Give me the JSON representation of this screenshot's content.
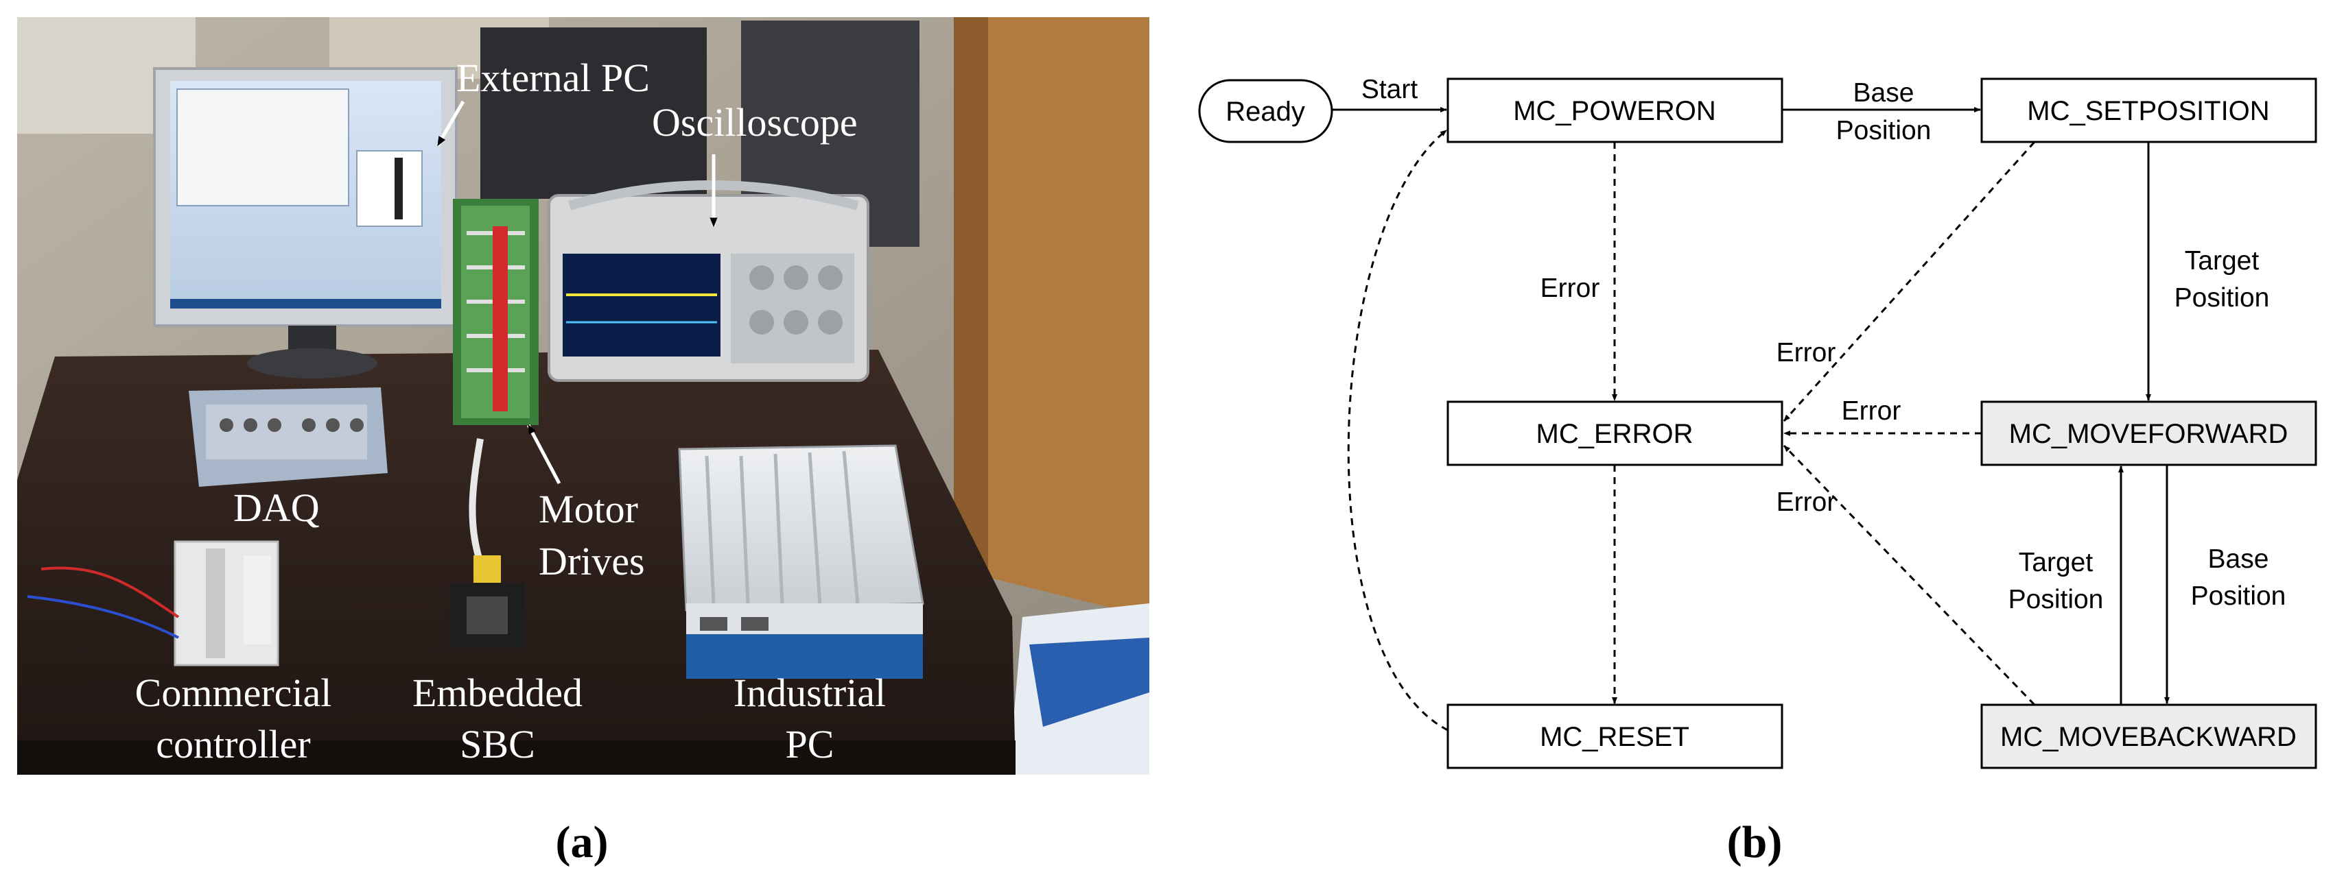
{
  "panel_a": {
    "labels": {
      "external_pc": "External PC",
      "oscilloscope": "Oscilloscope",
      "daq": "DAQ",
      "motor_drives_1": "Motor",
      "motor_drives_2": "Drives",
      "commercial_1": "Commercial",
      "commercial_2": "controller",
      "embedded_1": "Embedded",
      "embedded_2": "SBC",
      "industrial_1": "Industrial",
      "industrial_2": "PC"
    },
    "caption": "(a)"
  },
  "panel_b": {
    "nodes": {
      "ready": "Ready",
      "poweron": "MC_POWERON",
      "setposition": "MC_SETPOSITION",
      "error": "MC_ERROR",
      "moveforward": "MC_MOVEFORWARD",
      "reset": "MC_RESET",
      "movebackward": "MC_MOVEBACKWARD"
    },
    "edges": {
      "start": "Start",
      "base_1": "Base",
      "base_2": "Position",
      "error_down": "Error",
      "target_1": "Target",
      "target_2": "Position",
      "error_setpos": "Error",
      "error_fwd": "Error",
      "error_bwd": "Error",
      "target_b_1": "Target",
      "target_b_2": "Position",
      "base_b_1": "Base",
      "base_b_2": "Position"
    },
    "node_fill_highlight": "#ececec",
    "caption": "(b)"
  }
}
